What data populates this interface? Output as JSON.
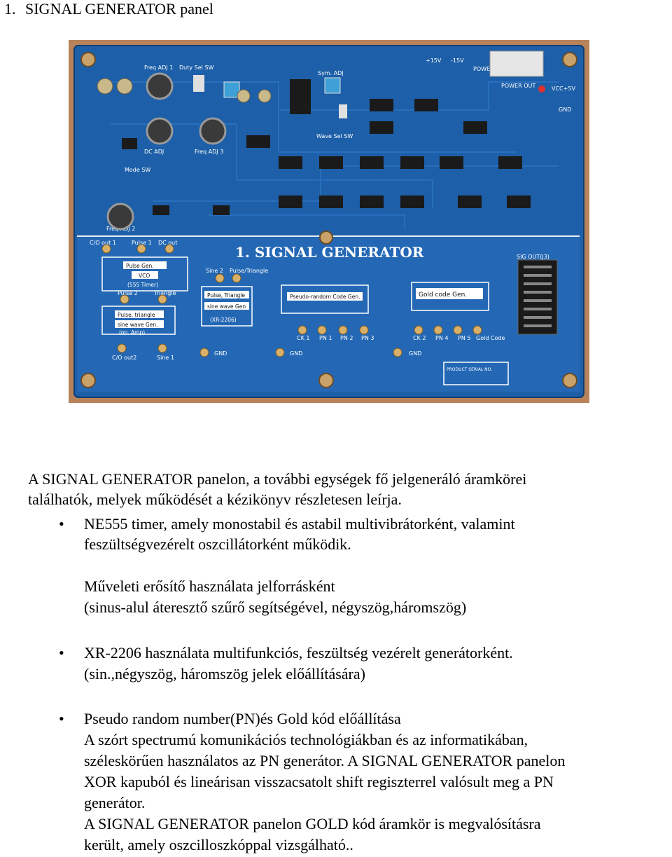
{
  "heading": {
    "number": "1.",
    "title": "SIGNAL GENERATOR panel"
  },
  "board": {
    "colors": {
      "pcb": "#1d5fa8",
      "pcb_dark": "#174d8c",
      "frame": "#b8835a",
      "ic": "#1a1a1a"
    },
    "main_label": "1. SIGNAL GENERATOR",
    "block_labels": {
      "pulse_gen": "Pulse Gen.",
      "vco": "VCO",
      "timer": "(555 Timer)",
      "pulse_triangle": "Pulse, Triangle",
      "sine_wave_gen": "sine wave Gen",
      "xr2206": "(XR-2206)",
      "pulse_triangle2": "Pulse, triangle",
      "sine_wave_gen2": "sine wave Gen.",
      "op_amp": "(op. Amp)",
      "pseudo_random": "Pseudo-random Code Gen.",
      "gold_code": "Gold code Gen."
    },
    "top_labels": {
      "freq_adj1": "Freq ADJ 1",
      "duty_sel": "Duty Sel SW",
      "sym_adj": "Sym. ADJ",
      "dc_adj": "DC ADJ",
      "freq_adj3": "Freq ADJ 3",
      "mode_sel": "Mode SW",
      "freq_adj2": "Freq ADJ 2",
      "wave_sel": "Wave Sel SW",
      "power_in": "POWER IN",
      "power_out": "POWER OUT",
      "p15v": "+15V",
      "m15v": "-15V",
      "vcc": "VCC+5V",
      "gnd": "GND",
      "sig_out": "SIG OUT(J3)"
    },
    "test_points": {
      "co_out1": "C/O out 1",
      "pulse1": "Pulse 1",
      "dc_out": "DC out",
      "sine2": "Sine 2",
      "pulse_tri": "Pulse/Triangle",
      "pulse2": "Pulse 2",
      "triangle": "Triangle",
      "co_out2": "C/O out2",
      "sine1": "Sine 1",
      "ck1": "CK 1",
      "pn1": "PN 1",
      "pn2": "PN 2",
      "pn3": "PN 3",
      "ck2": "CK 2",
      "pn4": "PN 4",
      "pn5": "PN 5",
      "gold_code_tp": "Gold Code",
      "gnd": "GND",
      "product_label": "PRODUCT SERIAL NO."
    }
  },
  "text": {
    "intro_line1": "A SIGNAL GENERATOR panelon, a további egységek fő jelgeneráló áramkörei",
    "intro_line2": "találhatók, melyek működését a kézikönyv részletesen leírja.",
    "bullet_char": "•",
    "b1_line1": "NE555 timer, amely monostabil és astabil multivibrátorként, valamint",
    "b1_line2": "feszültségvezérelt oszcillátorként működik.",
    "opamp_line1": "Műveleti erősítő használata jelforrásként",
    "opamp_line2": "(sinus-alul áteresztő szűrő segítségével, négyszög,háromszög)",
    "b2_line1": "XR-2206 használata multifunkciós, feszültség vezérelt generátorként.",
    "b2_line2": "(sin.,négyszög, háromszög jelek előállítására)",
    "b3_line1": "Pseudo random number(PN)és Gold kód előállítása",
    "b3_line2": "A szórt spectrumú komunikációs technológiákban és az informatikában,",
    "b3_line3": "széleskörűen használatos az PN generátor. A SIGNAL GENERATOR panelon",
    "b3_line4": "XOR kapuból és lineárisan visszacsatolt shift regiszterrel valósult meg a PN",
    "b3_line5": "generátor.",
    "b3_line6": "A SIGNAL GENERATOR panelon GOLD kód áramkör  is megvalósításra",
    "b3_line7": "került, amely oszcilloszkóppal vizsgálható.."
  }
}
